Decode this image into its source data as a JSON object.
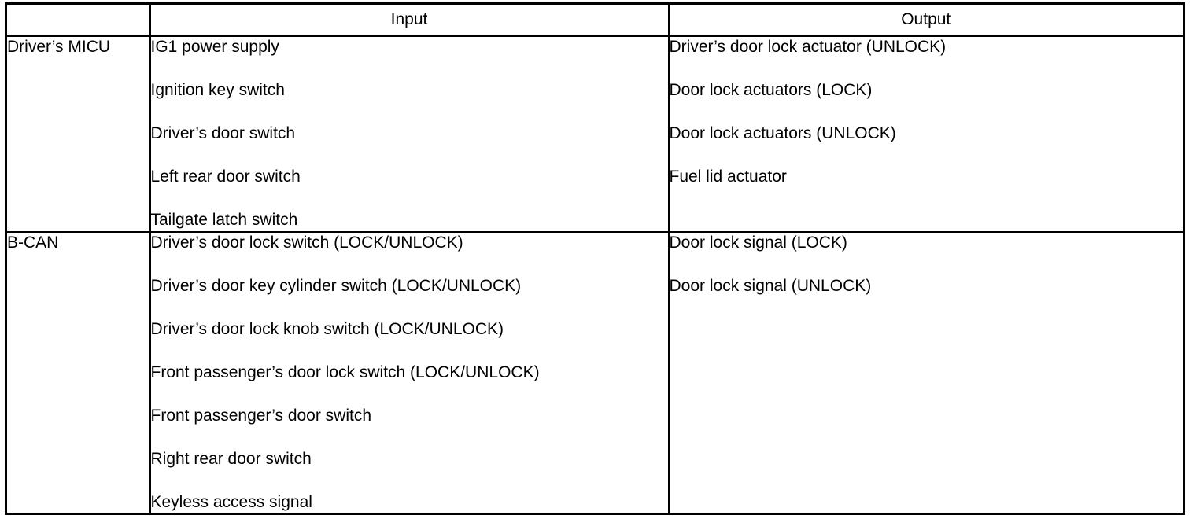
{
  "document": {
    "type": "table",
    "title": "Input / Output table",
    "border_color": "#000000",
    "background_color": "#ffffff",
    "text_color": "#000000"
  },
  "table": {
    "headers": {
      "module": "",
      "input": "Input",
      "output": "Output"
    },
    "rows": [
      {
        "module": "Driver’s MICU",
        "inputs": [
          "IG1 power supply",
          "Ignition key switch",
          "Driver’s door switch",
          "Left rear door switch",
          "Tailgate latch switch"
        ],
        "outputs": [
          "Driver’s door lock actuator (UNLOCK)",
          "Door lock actuators (LOCK)",
          "Door lock actuators (UNLOCK)",
          "Fuel lid actuator"
        ]
      },
      {
        "module": "B-CAN",
        "inputs": [
          "Driver’s door lock switch (LOCK/UNLOCK)",
          "Driver’s door key cylinder switch (LOCK/UNLOCK)",
          "Driver’s door lock knob switch (LOCK/UNLOCK)",
          "Front passenger’s door lock switch (LOCK/UNLOCK)",
          "Front passenger’s door switch",
          "Right rear door switch",
          "Keyless access signal"
        ],
        "outputs": [
          "Door lock signal (LOCK)",
          "Door lock signal (UNLOCK)"
        ]
      }
    ]
  }
}
